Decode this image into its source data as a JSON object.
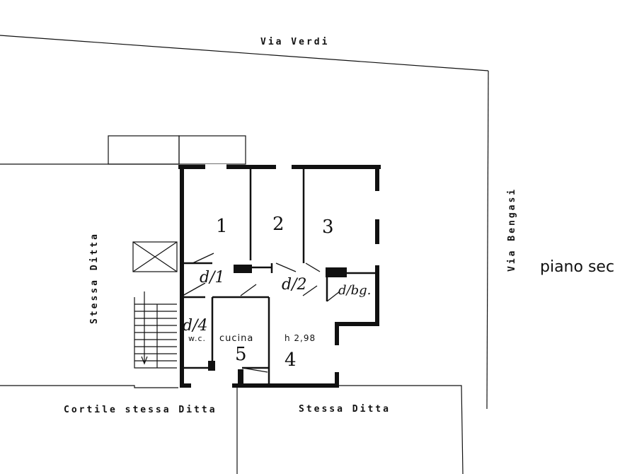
{
  "streets": {
    "north": "Via  Verdi",
    "east": "Via  Bengasi"
  },
  "neighbors": {
    "west": "Stessa  Ditta",
    "south_left": "Cortile  stessa  Ditta",
    "south_right": "Stessa  Ditta"
  },
  "floor_label": "piano  sec",
  "rooms": {
    "r1": "1",
    "r2": "2",
    "r3": "3",
    "r4": "4",
    "r5": "5",
    "disimpegno1": "d/1",
    "disimpegno2": "d/2",
    "wc_mark": "d/4",
    "wc_label": "w.c.",
    "bagno": "d/bg.",
    "cucina": "cucina",
    "height": "h 2,98"
  }
}
